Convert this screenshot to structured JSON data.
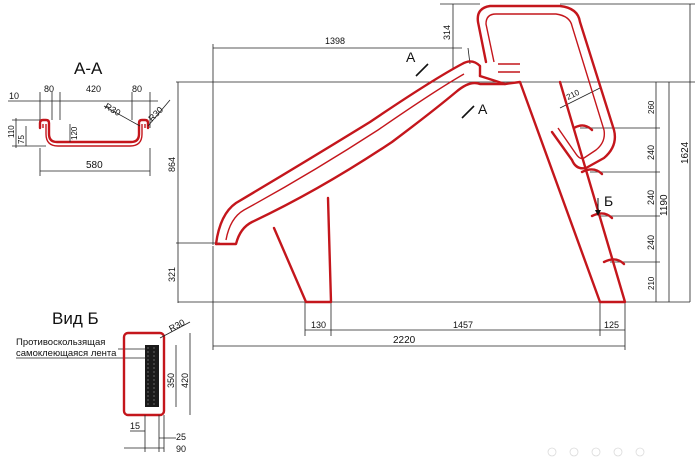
{
  "section_aa": {
    "title": "А-А",
    "dim_10": "10",
    "dim_80_left": "80",
    "dim_420": "420",
    "dim_80_right": "80",
    "dim_110": "110",
    "dim_75": "75",
    "dim_120": "120",
    "radius_left": "R30",
    "radius_right": "R30",
    "dim_580": "580"
  },
  "view_b": {
    "title": "Вид Б",
    "label_line1": "Противоскользящая",
    "label_line2": "самоклеющаяся лента",
    "radius": "R30",
    "dim_350": "350",
    "dim_420": "420",
    "dim_15": "15",
    "dim_25": "25",
    "dim_90": "90"
  },
  "main_view": {
    "dim_1398": "1398",
    "dim_314": "314",
    "dim_864": "864",
    "dim_321": "321",
    "dim_210_rail": "210",
    "dim_260": "260",
    "dim_240_a": "240",
    "dim_240_b": "240",
    "dim_240_c": "240",
    "dim_210_bottom": "210",
    "dim_1190": "1190",
    "dim_1624": "1624",
    "dim_130": "130",
    "dim_1457": "1457",
    "dim_125": "125",
    "dim_2220": "2220",
    "section_mark_top": "А",
    "section_mark_bottom": "А",
    "view_mark": "Б"
  },
  "colors": {
    "outline": "#c4161c",
    "dimension": "#222222",
    "tape": "#1a1a1a"
  }
}
